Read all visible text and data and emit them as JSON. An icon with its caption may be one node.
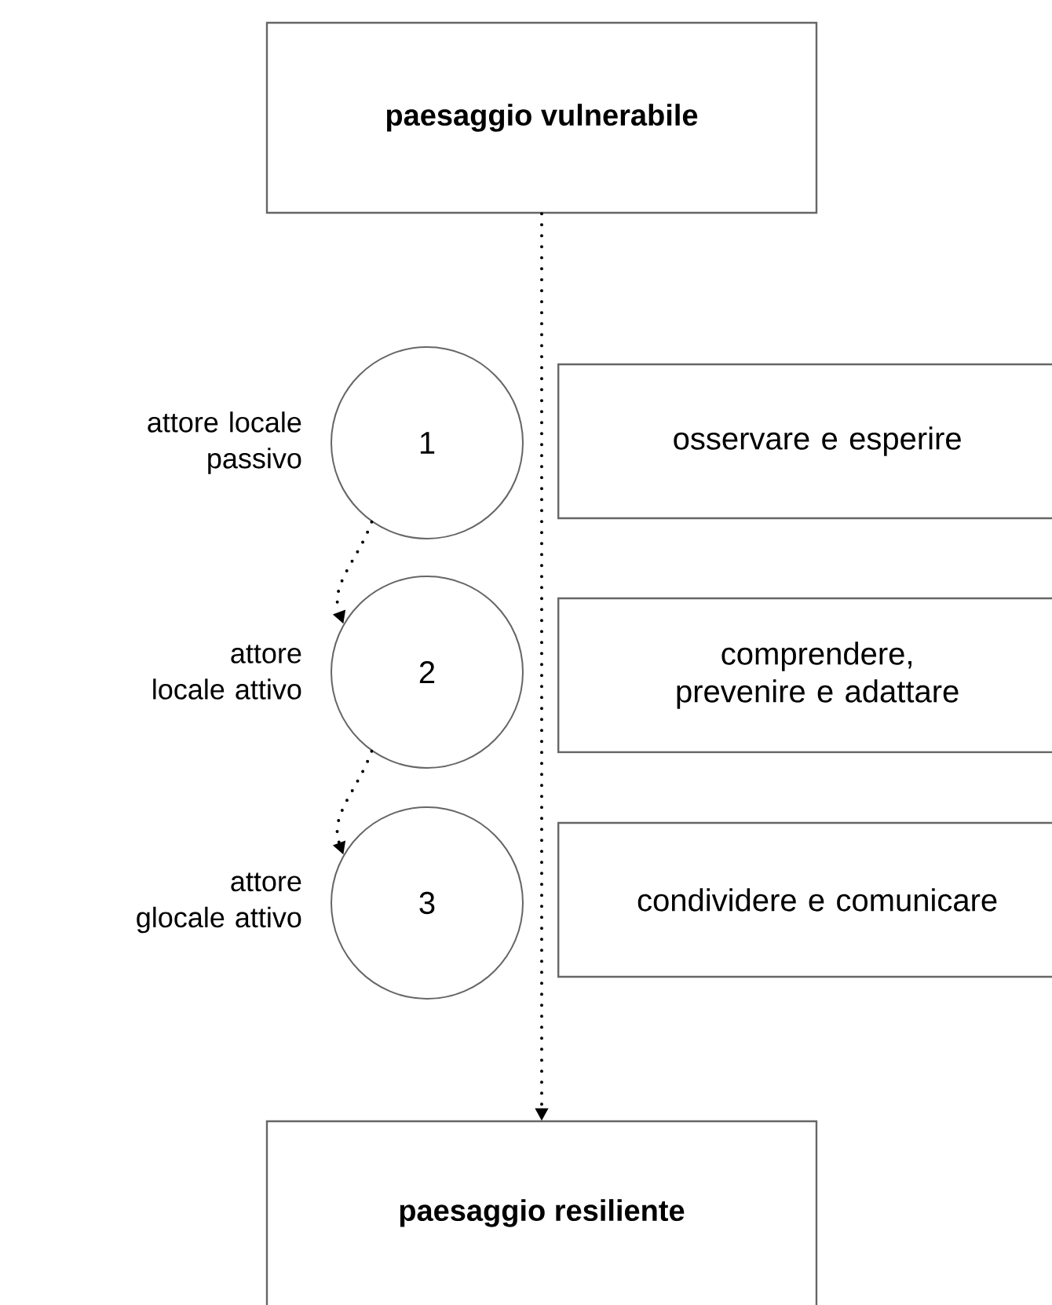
{
  "diagram": {
    "nodes": [
      {
        "text": [
          "paesaggio vulnerabile"
        ]
      },
      {
        "text": [
          "1"
        ],
        "beside": [
          "attore locale passivo"
        ]
      },
      {
        "text": [
          "2"
        ],
        "beside": [
          "attore locale attivo"
        ]
      },
      {
        "text": [
          "3"
        ],
        "beside": [
          "attore glocale attivo"
        ]
      },
      {
        "text": [
          "osservare e esperire"
        ]
      },
      {
        "text": [
          "comprendere, prevenire e adattare"
        ]
      },
      {
        "text": [
          "condividere e comunicare"
        ]
      },
      {
        "text": [
          "paesaggio resiliente"
        ]
      }
    ],
    "edges": [
      {
        "from": 0,
        "to": 7,
        "arrow": "to"
      },
      {
        "from": 1,
        "to": 2,
        "arrow": "to"
      },
      {
        "from": 2,
        "to": 3,
        "arrow": "to"
      }
    ]
  }
}
